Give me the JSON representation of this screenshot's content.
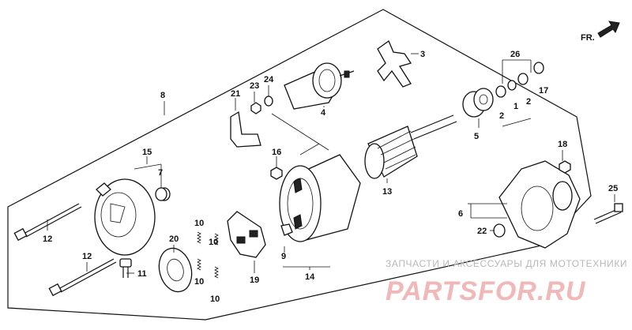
{
  "front_marker": {
    "label": "FR.",
    "icon": "arrow-right-up-icon"
  },
  "callouts": {
    "c1": "1",
    "c2a": "2",
    "c2b": "2",
    "c3": "3",
    "c4": "4",
    "c5": "5",
    "c6": "6",
    "c7": "7",
    "c8": "8",
    "c9": "9",
    "c10a": "10",
    "c10b": "10",
    "c10c": "10",
    "c10d": "10",
    "c11": "11",
    "c12a": "12",
    "c12b": "12",
    "c13": "13",
    "c14": "14",
    "c15": "15",
    "c16": "16",
    "c17": "17",
    "c18": "18",
    "c19": "19",
    "c20": "20",
    "c21": "21",
    "c22": "22",
    "c23": "23",
    "c24": "24",
    "c25": "25",
    "c26": "26"
  },
  "watermark": {
    "tagline": "ЗАПЧАСТИ И АКСЕССУАРЫ ДЛЯ МОТОТЕХНИКИ",
    "logo": "PARTSFOR.RU"
  }
}
